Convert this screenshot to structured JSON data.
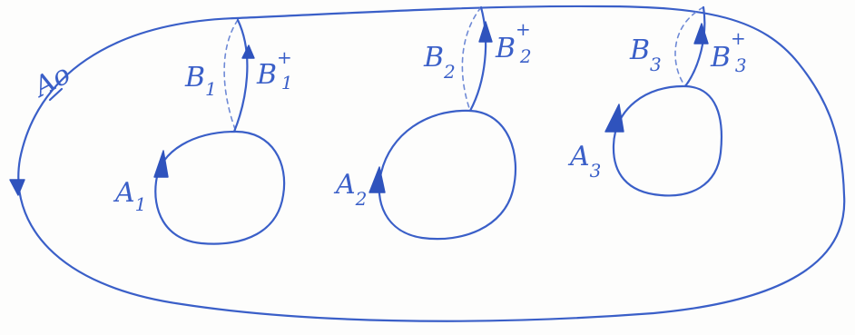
{
  "labels": {
    "outer": {
      "main": "A",
      "sub": "o"
    },
    "a1": {
      "main": "A",
      "sub": "1"
    },
    "a2": {
      "main": "A",
      "sub": "2"
    },
    "a3": {
      "main": "A",
      "sub": "3"
    },
    "b1": {
      "main": "B",
      "sub": "1"
    },
    "b2": {
      "main": "B",
      "sub": "2"
    },
    "b3": {
      "main": "B",
      "sub": "3"
    },
    "b1p": {
      "main": "B",
      "sub": "1",
      "sup": "+"
    },
    "b2p": {
      "main": "B",
      "sub": "2",
      "sup": "+"
    },
    "b3p": {
      "main": "B",
      "sub": "3",
      "sup": "+"
    }
  },
  "colors": {
    "ink": "#3a5fc8",
    "arrow": "#2f53bd",
    "paper": "#fdfdfc"
  }
}
